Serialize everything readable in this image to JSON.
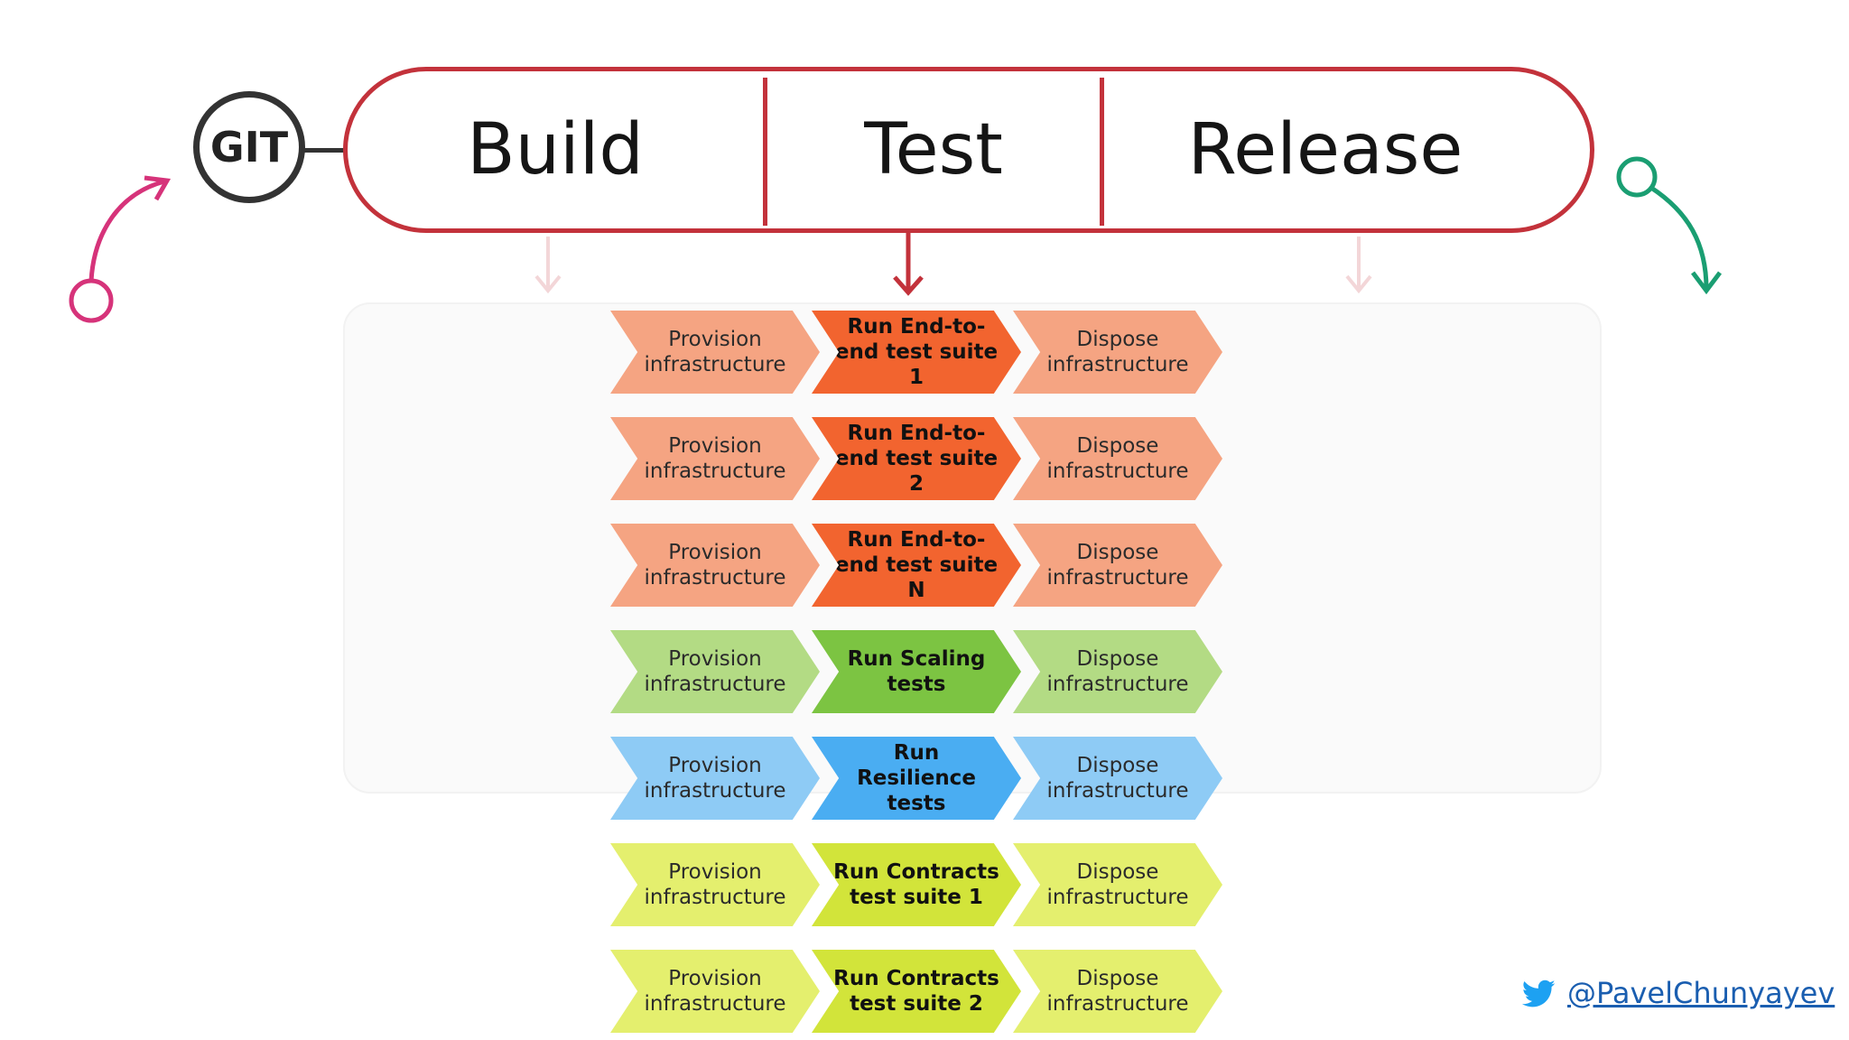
{
  "colors": {
    "pipeline_border": "#c3323b",
    "git_arrow": "#d6337a",
    "release_arrow": "#1a9e72",
    "twitter": "#1da1f2"
  },
  "git": {
    "label": "GIT"
  },
  "stages": [
    "Build",
    "Test",
    "Release"
  ],
  "rows": [
    {
      "first": "Provision infrastructure",
      "mid": "Run End-to-end test suite 1",
      "last": "Dispose infrastructure",
      "c1": "#f5a482",
      "c2": "#f2642f"
    },
    {
      "first": "Provision infrastructure",
      "mid": "Run End-to-end test suite 2",
      "last": "Dispose infrastructure",
      "c1": "#f5a482",
      "c2": "#f2642f"
    },
    {
      "first": "Provision infrastructure",
      "mid": "Run End-to-end test suite N",
      "last": "Dispose infrastructure",
      "c1": "#f5a482",
      "c2": "#f2642f"
    },
    {
      "first": "Provision infrastructure",
      "mid": "Run Scaling tests",
      "last": "Dispose infrastructure",
      "c1": "#b3db84",
      "c2": "#7cc442"
    },
    {
      "first": "Provision infrastructure",
      "mid": "Run Resilience tests",
      "last": "Dispose infrastructure",
      "c1": "#8ecbf5",
      "c2": "#4aadf2"
    },
    {
      "first": "Provision infrastructure",
      "mid": "Run Contracts test suite 1",
      "last": "Dispose infrastructure",
      "c1": "#e4ef6e",
      "c2": "#d2e43a"
    },
    {
      "first": "Provision infrastructure",
      "mid": "Run Contracts test suite 2",
      "last": "Dispose infrastructure",
      "c1": "#e4ef6e",
      "c2": "#d2e43a"
    }
  ],
  "twitter_handle": "@PavelChunyayev"
}
